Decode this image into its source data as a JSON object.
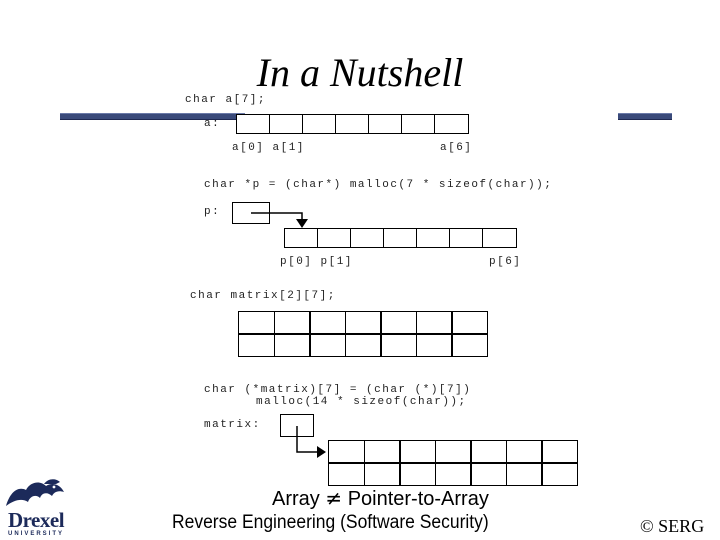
{
  "slide": {
    "title": "In a Nutshell",
    "caption_left": "Array",
    "caption_symbol": "≠",
    "caption_right": "Pointer-to-Array",
    "footer": "Reverse Engineering (Software Security)",
    "copyright": "© SERG"
  },
  "logo": {
    "word": "Drexel",
    "sub": "UNIVERSITY",
    "icon": "dragon-icon"
  },
  "diagram": {
    "array_decl": "char a[7];",
    "array_name": "a:",
    "array_idx_left": "a[0] a[1]",
    "array_idx_right": "a[6]",
    "ptr_decl": "char *p = (char*) malloc(7 * sizeof(char));",
    "ptr_name": "p:",
    "ptr_idx_left": "p[0] p[1]",
    "ptr_idx_right": "p[6]",
    "matrix_decl": "char matrix[2][7];",
    "mptr_decl_1": "char (*matrix)[7] = (char (*)[7])",
    "mptr_decl_2": "malloc(14 * sizeof(char));",
    "mptr_name": "matrix:"
  },
  "colors": {
    "rule": "#3a4a7a",
    "logo": "#1c2a5a"
  }
}
